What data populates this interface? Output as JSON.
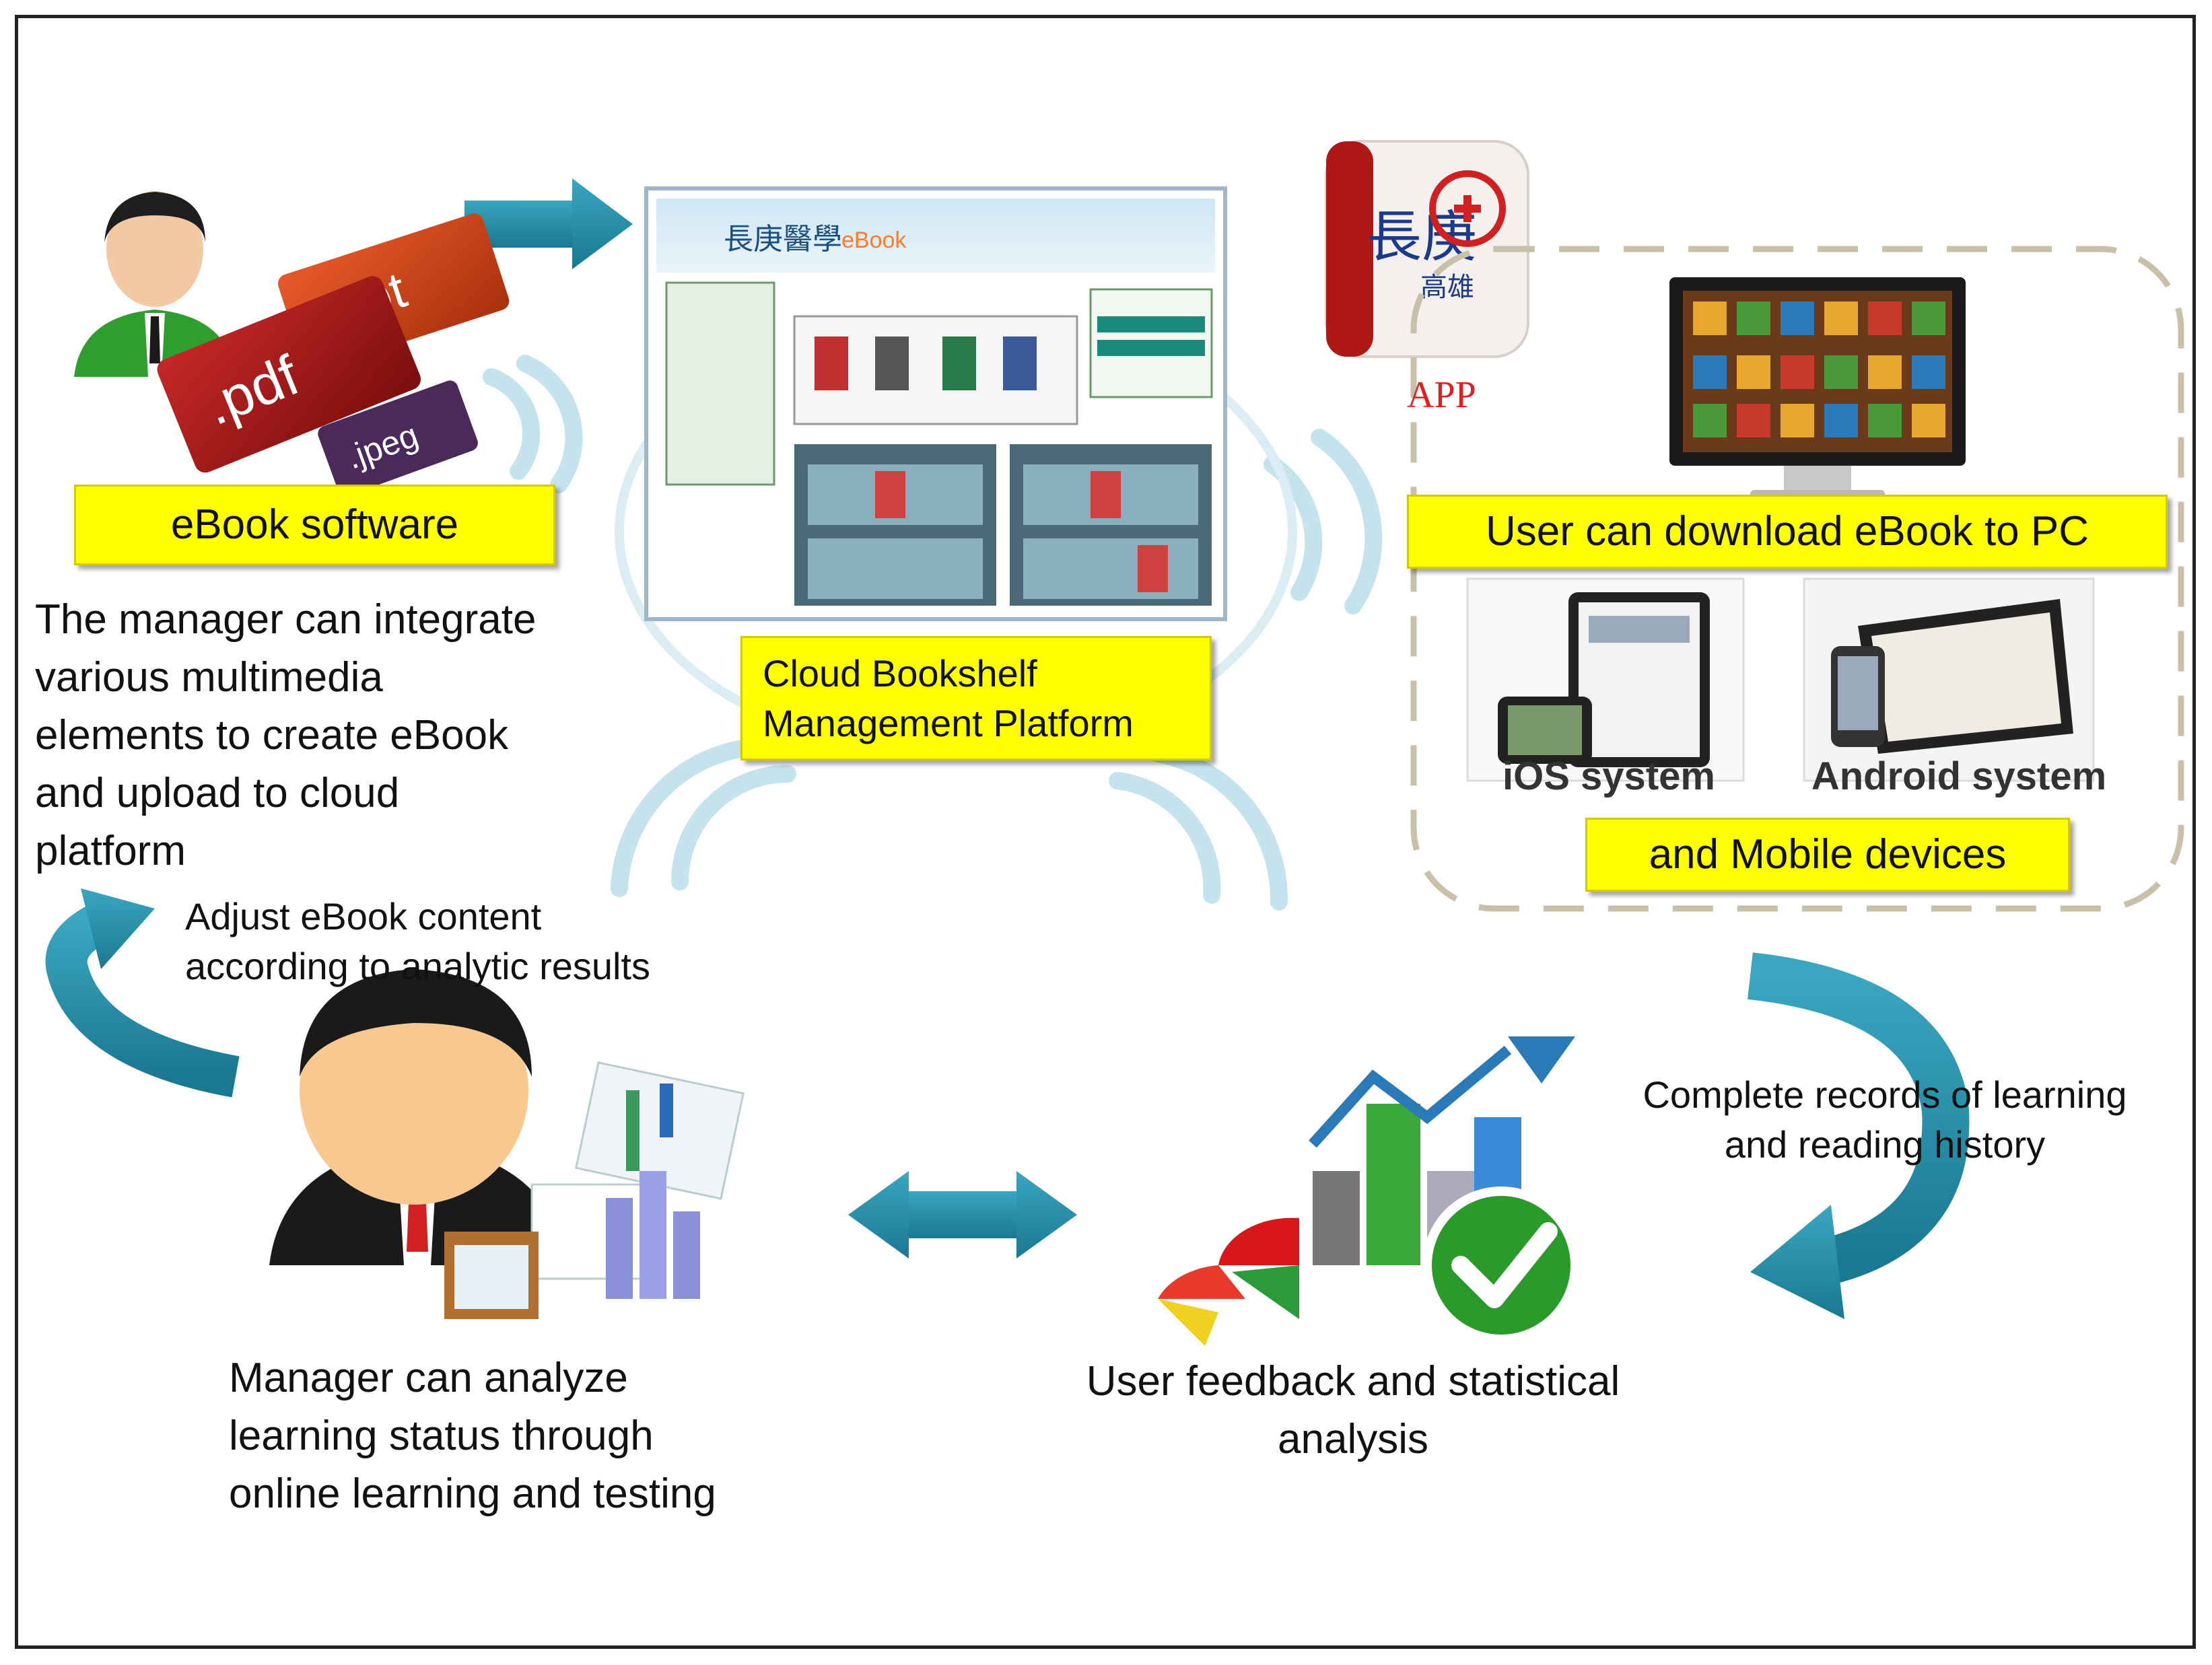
{
  "labels": {
    "ebook_software": "eBook software",
    "manager_integrate": "The manager can integrate\nvarious multimedia\nelements to create eBook\nand upload to  cloud\nplatform",
    "cloud_platform": "Cloud Bookshelf\nManagement Platform",
    "app": "APP",
    "download_pc": "User can download eBook to PC",
    "ios": "iOS system",
    "android": "Android system",
    "mobile": "and Mobile devices",
    "adjust": "Adjust eBook content\naccording to analytic results",
    "complete_records": "Complete records of learning\nand reading history",
    "manager_analyze": "Manager can analyze\nlearning status through\nonline learning and testing",
    "user_feedback": "User feedback and statistical\nanalysis"
  },
  "file_icons": {
    "ppt": ".ppt",
    "pdf": ".pdf",
    "jpeg": ".jpeg"
  },
  "screenshot": {
    "brand": "長庚醫學",
    "brand_suffix": "eBook"
  },
  "app_icon": {
    "text": "長庚",
    "subtext": "高雄"
  },
  "colors": {
    "arrow": "#2a8fa8",
    "highlight": "#ffff00",
    "app_text": "#e02020"
  }
}
